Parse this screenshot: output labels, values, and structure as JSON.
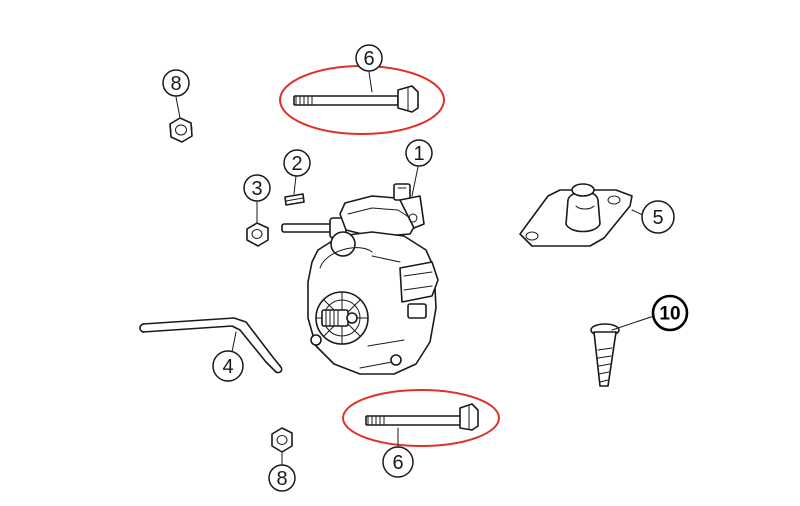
{
  "callouts": {
    "c1": "1",
    "c2": "2",
    "c3": "3",
    "c4": "4",
    "c5": "5",
    "c6_top": "6",
    "c6_bottom": "6",
    "c8_top": "8",
    "c8_bottom": "8",
    "c10": "10"
  },
  "colors": {
    "highlight": "#e0302a",
    "ink": "#1a1a1a"
  }
}
